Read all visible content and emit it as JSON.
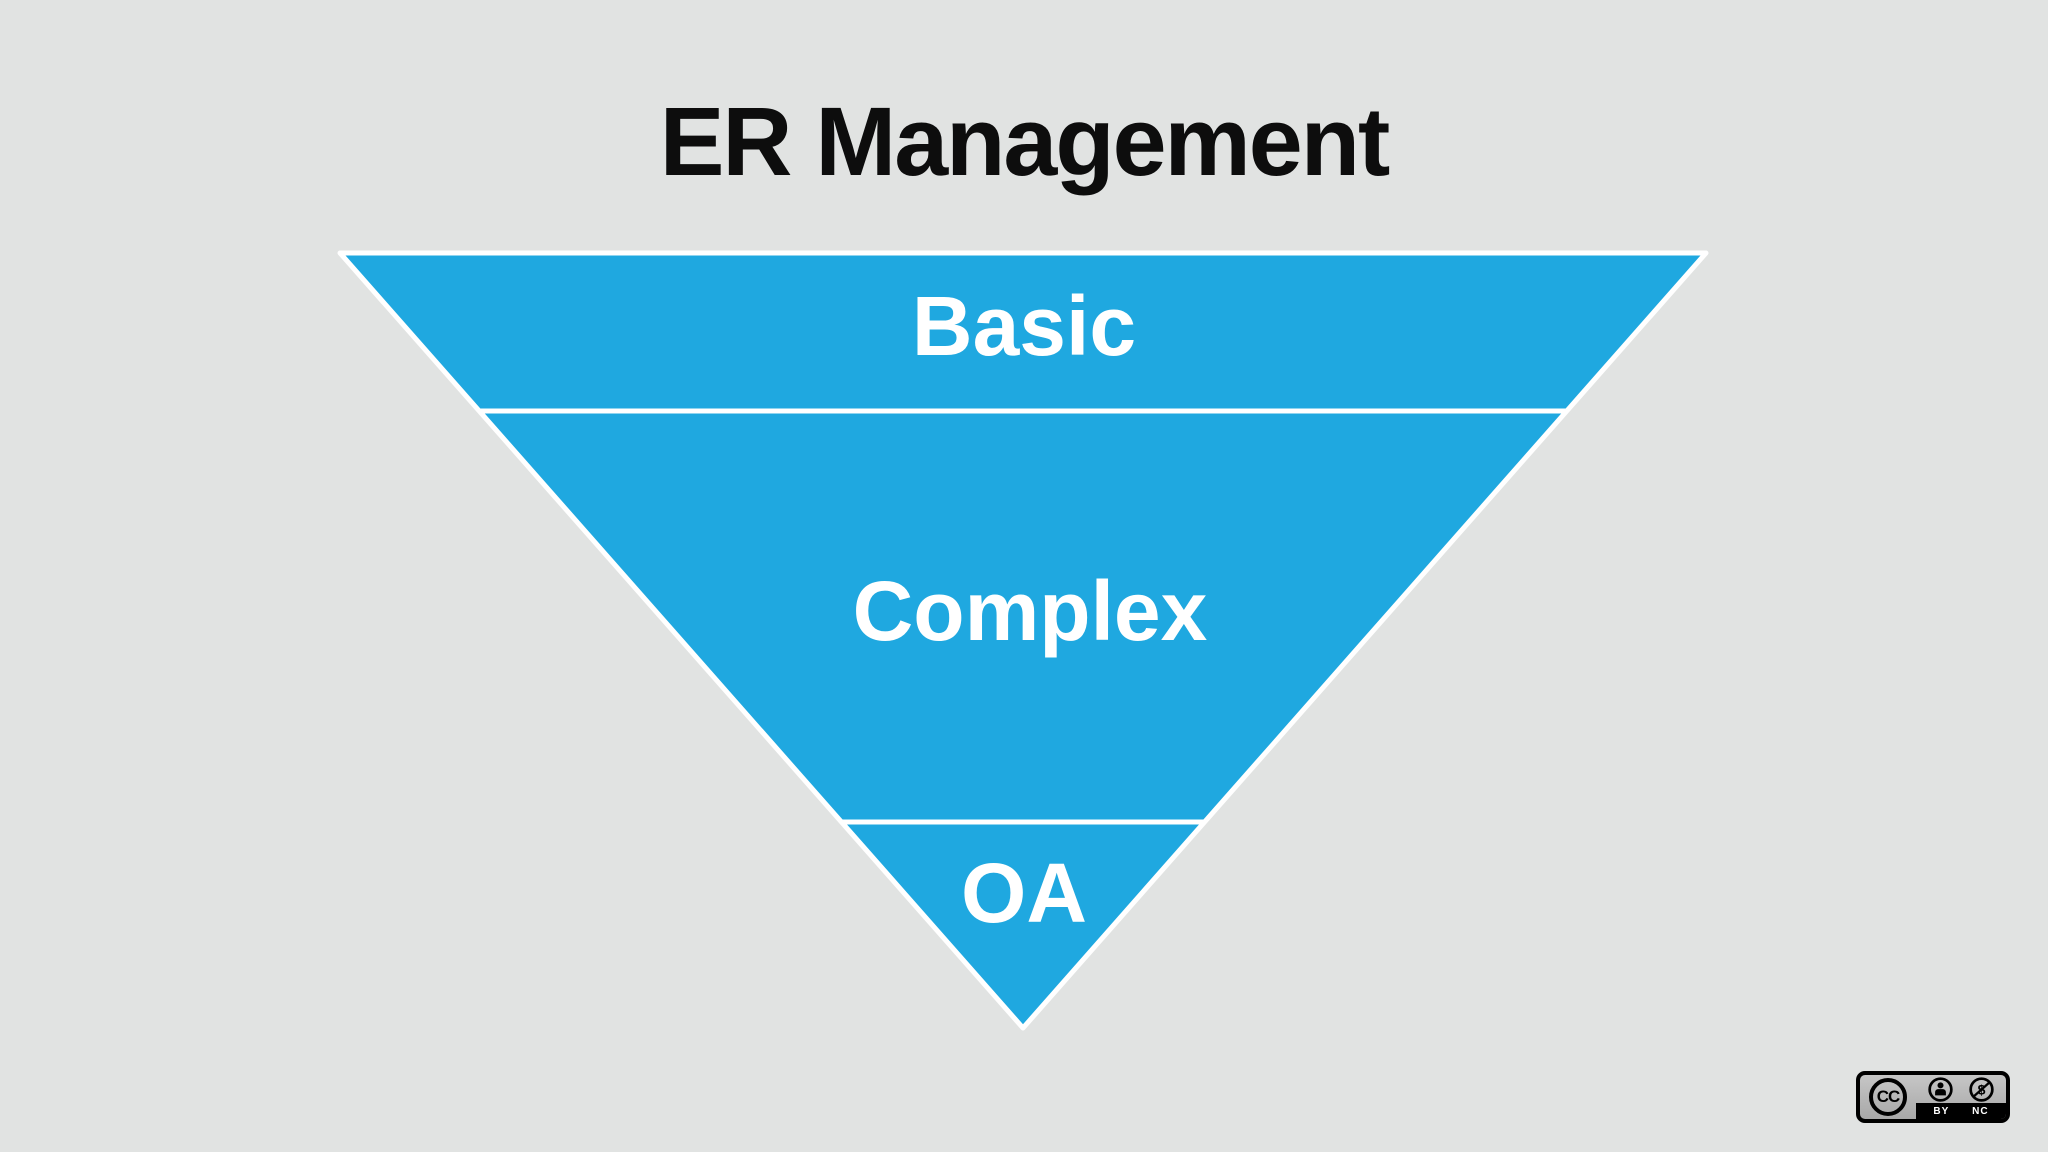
{
  "title": "ER Management",
  "funnel": {
    "type": "inverted-pyramid",
    "sections": [
      {
        "label": "Basic"
      },
      {
        "label": "Complex"
      },
      {
        "label": "OA"
      }
    ]
  },
  "colors": {
    "background": "#e1e3e2",
    "funnel_fill": "#1fa8e0",
    "divider": "#ffffff",
    "title_text": "#0d0d0d",
    "section_text": "#ffffff"
  },
  "license_badge": {
    "cc_monogram": "CC",
    "labels": [
      "BY",
      "NC"
    ],
    "nc_symbol": "$"
  }
}
